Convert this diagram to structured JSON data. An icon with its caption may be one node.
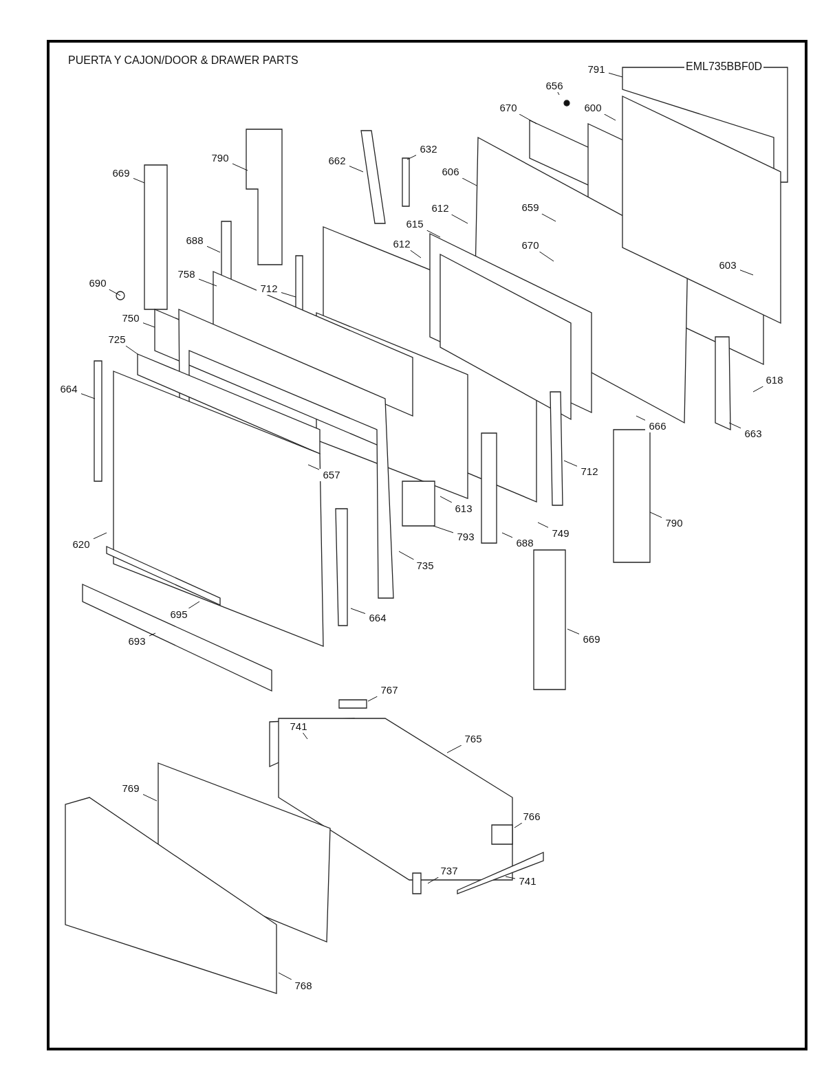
{
  "diagram": {
    "title": "PUERTA Y CAJON/DOOR & DRAWER PARTS",
    "nodes": [
      {
        "text": [
          "791"
        ]
      },
      {
        "text": [
          "656"
        ]
      },
      {
        "text": [
          "670"
        ]
      },
      {
        "text": [
          "600"
        ]
      },
      {
        "text": [
          "632"
        ]
      },
      {
        "text": [
          "662"
        ]
      },
      {
        "text": [
          "606"
        ]
      },
      {
        "text": [
          "669"
        ]
      },
      {
        "text": [
          "790"
        ]
      },
      {
        "text": [
          "659"
        ]
      },
      {
        "text": [
          "612"
        ]
      },
      {
        "text": [
          "615"
        ]
      },
      {
        "text": [
          "612"
        ]
      },
      {
        "text": [
          "670"
        ]
      },
      {
        "text": [
          "688"
        ]
      },
      {
        "text": [
          "603"
        ]
      },
      {
        "text": [
          "758"
        ]
      },
      {
        "text": [
          "712"
        ]
      },
      {
        "text": [
          "690"
        ]
      },
      {
        "text": [
          "750"
        ]
      },
      {
        "text": [
          "725"
        ]
      },
      {
        "text": [
          "664"
        ]
      },
      {
        "text": [
          "618"
        ]
      },
      {
        "text": [
          "666"
        ]
      },
      {
        "text": [
          "663"
        ]
      },
      {
        "text": [
          "712"
        ]
      },
      {
        "text": [
          "657"
        ]
      },
      {
        "text": [
          "613"
        ]
      },
      {
        "text": [
          "790"
        ]
      },
      {
        "text": [
          "793"
        ]
      },
      {
        "text": [
          "749"
        ]
      },
      {
        "text": [
          "688"
        ]
      },
      {
        "text": [
          "620"
        ]
      },
      {
        "text": [
          "735"
        ]
      },
      {
        "text": [
          "664"
        ]
      },
      {
        "text": [
          "695"
        ]
      },
      {
        "text": [
          "669"
        ]
      },
      {
        "text": [
          "693"
        ]
      },
      {
        "text": [
          "767"
        ]
      },
      {
        "text": [
          "741"
        ]
      },
      {
        "text": [
          "765"
        ]
      },
      {
        "text": [
          "769"
        ]
      },
      {
        "text": [
          "766"
        ]
      },
      {
        "text": [
          "737"
        ]
      },
      {
        "text": [
          "741"
        ]
      },
      {
        "text": [
          "768"
        ]
      }
    ],
    "edges": [
      {
        "from": 0,
        "to": null,
        "arrow": "none"
      },
      {
        "from": 1,
        "to": null,
        "arrow": "none"
      },
      {
        "from": 2,
        "to": null,
        "arrow": "none"
      },
      {
        "from": 3,
        "to": null,
        "arrow": "none"
      },
      {
        "from": 4,
        "to": null,
        "arrow": "none"
      },
      {
        "from": 5,
        "to": null,
        "arrow": "none"
      },
      {
        "from": 6,
        "to": null,
        "arrow": "none"
      },
      {
        "from": 7,
        "to": null,
        "arrow": "none"
      },
      {
        "from": 8,
        "to": null,
        "arrow": "none"
      },
      {
        "from": 9,
        "to": null,
        "arrow": "none"
      },
      {
        "from": 10,
        "to": null,
        "arrow": "none"
      },
      {
        "from": 11,
        "to": null,
        "arrow": "none"
      },
      {
        "from": 12,
        "to": null,
        "arrow": "none"
      },
      {
        "from": 13,
        "to": null,
        "arrow": "none"
      },
      {
        "from": 14,
        "to": null,
        "arrow": "none"
      },
      {
        "from": 15,
        "to": null,
        "arrow": "none"
      },
      {
        "from": 16,
        "to": null,
        "arrow": "none"
      },
      {
        "from": 17,
        "to": null,
        "arrow": "none"
      },
      {
        "from": 18,
        "to": null,
        "arrow": "none"
      },
      {
        "from": 19,
        "to": null,
        "arrow": "none"
      },
      {
        "from": 20,
        "to": null,
        "arrow": "none"
      },
      {
        "from": 21,
        "to": null,
        "arrow": "none"
      },
      {
        "from": 22,
        "to": null,
        "arrow": "none"
      },
      {
        "from": 23,
        "to": null,
        "arrow": "none"
      },
      {
        "from": 24,
        "to": null,
        "arrow": "none"
      },
      {
        "from": 25,
        "to": null,
        "arrow": "none"
      },
      {
        "from": 26,
        "to": null,
        "arrow": "none"
      },
      {
        "from": 27,
        "to": null,
        "arrow": "none"
      },
      {
        "from": 28,
        "to": null,
        "arrow": "none"
      },
      {
        "from": 29,
        "to": null,
        "arrow": "none"
      },
      {
        "from": 30,
        "to": null,
        "arrow": "none"
      },
      {
        "from": 31,
        "to": null,
        "arrow": "none"
      },
      {
        "from": 32,
        "to": null,
        "arrow": "none"
      },
      {
        "from": 33,
        "to": null,
        "arrow": "none"
      },
      {
        "from": 34,
        "to": null,
        "arrow": "none"
      },
      {
        "from": 35,
        "to": null,
        "arrow": "none"
      },
      {
        "from": 36,
        "to": null,
        "arrow": "none"
      },
      {
        "from": 37,
        "to": null,
        "arrow": "none"
      },
      {
        "from": 38,
        "to": null,
        "arrow": "none"
      },
      {
        "from": 39,
        "to": null,
        "arrow": "none"
      },
      {
        "from": 40,
        "to": null,
        "arrow": "none"
      },
      {
        "from": 41,
        "to": null,
        "arrow": "none"
      },
      {
        "from": 42,
        "to": null,
        "arrow": "none"
      },
      {
        "from": 43,
        "to": null,
        "arrow": "none"
      },
      {
        "from": 44,
        "to": null,
        "arrow": "none"
      },
      {
        "from": 45,
        "to": null,
        "arrow": "none"
      }
    ],
    "labels": [
      "EML735BBF0D"
    ]
  }
}
